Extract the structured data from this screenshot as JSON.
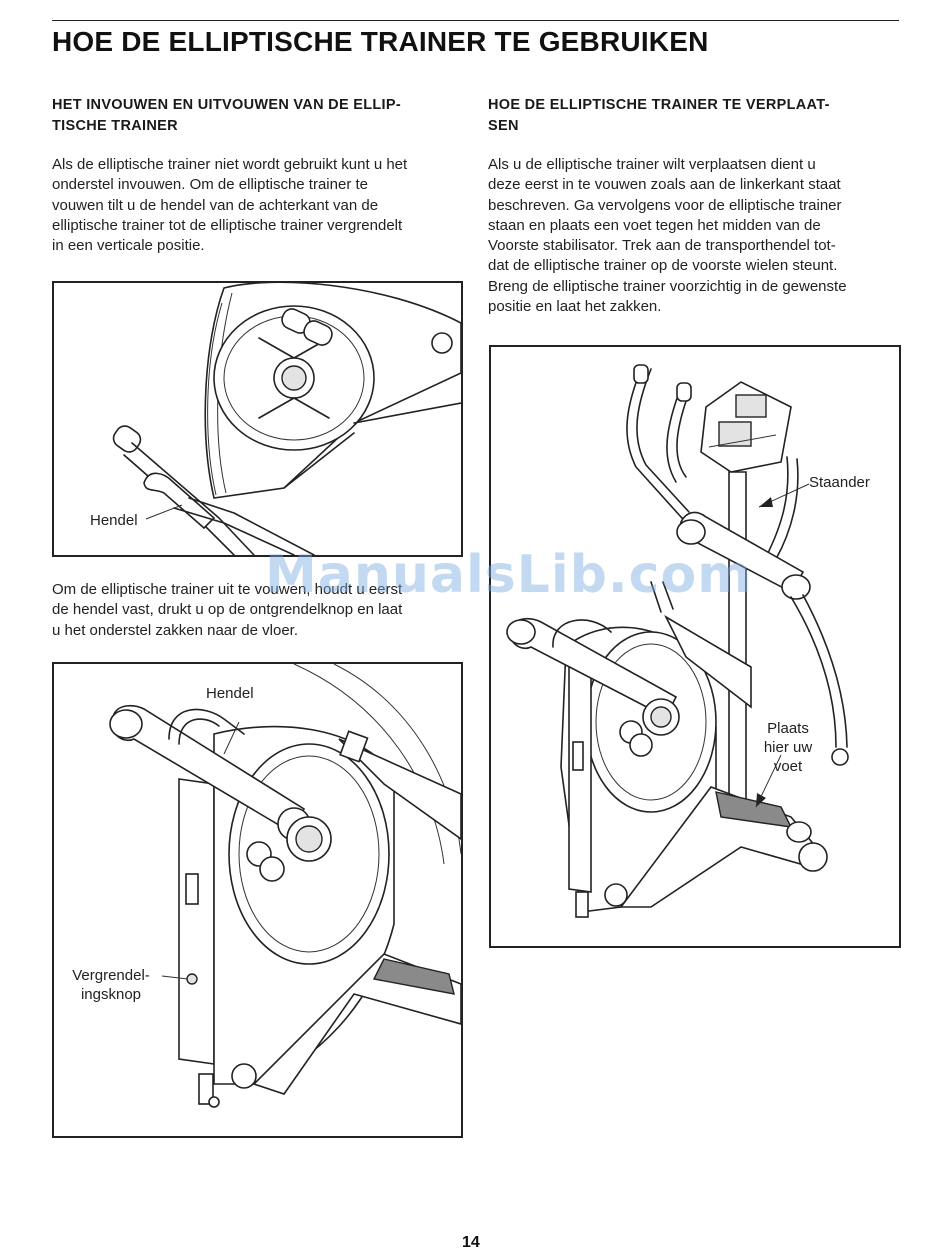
{
  "page": {
    "title": "HOE DE ELLIPTISCHE TRAINER TE GEBRUIKEN",
    "page_number": "14",
    "watermark": "ManualsLib.com"
  },
  "left": {
    "heading_line1": "HET INVOUWEN EN UITVOUWEN VAN DE ELLIP-",
    "heading_line2": "TISCHE TRAINER",
    "para1": [
      "Als de elliptische trainer niet wordt gebruikt kunt u het",
      "onderstel invouwen. Om de elliptische trainer te",
      "vouwen tilt u de hendel van de achterkant van de",
      "elliptische trainer tot de elliptische trainer vergrendelt",
      "in een verticale positie."
    ],
    "figure1": {
      "label_hendel": "Hendel"
    },
    "para2": [
      "Om de elliptische trainer uit te vouwen, houdt u eerst",
      "de hendel vast, drukt u op de ontgrendelknop en laat",
      "u het onderstel zakken naar de vloer."
    ],
    "figure2": {
      "label_hendel": "Hendel",
      "label_knop_line1": "Vergrendel-",
      "label_knop_line2": "ingsknop"
    }
  },
  "right": {
    "heading_line1": "HOE DE ELLIPTISCHE TRAINER TE VERPLAAT-",
    "heading_line2": "SEN",
    "para1": [
      "Als u de elliptische trainer wilt verplaatsen dient u",
      "deze eerst in te vouwen zoals aan de linkerkant staat",
      "beschreven. Ga vervolgens voor de elliptische trainer",
      "staan en plaats een voet tegen het midden van de",
      "Voorste stabilisator. Trek aan de transporthendel tot-",
      "dat de elliptische trainer op de voorste wielen steunt.",
      "Breng de elliptische trainer voorzichtig in de gewenste",
      "positie en laat het zakken."
    ],
    "figure3": {
      "label_staander": "Staander",
      "label_voet_line1": "Plaats",
      "label_voet_line2": "hier uw",
      "label_voet_line3": "voet"
    }
  }
}
